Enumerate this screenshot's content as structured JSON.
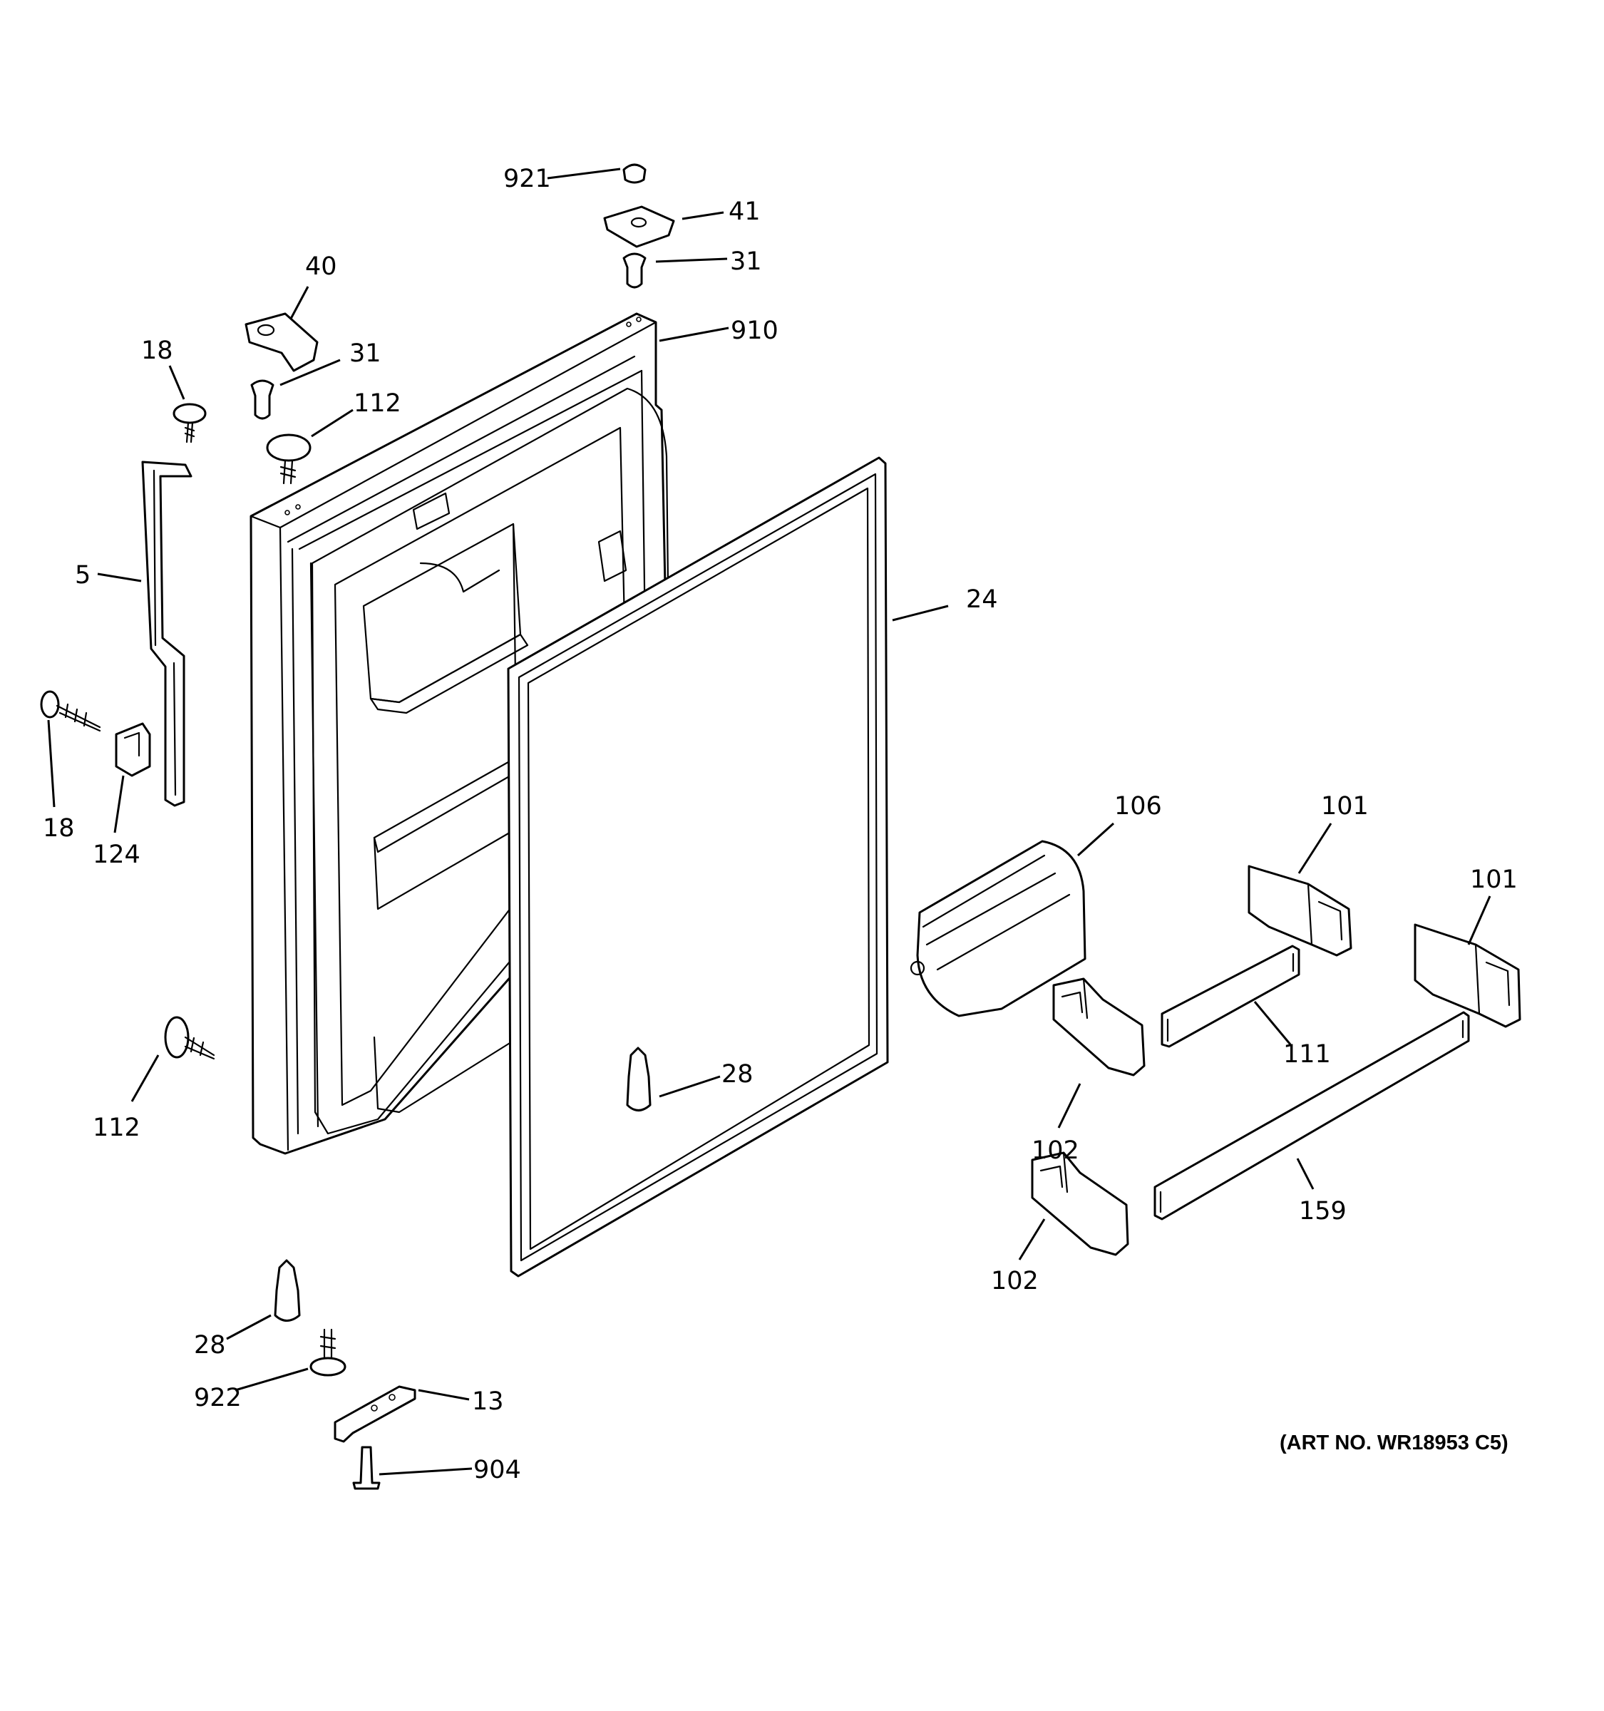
{
  "callouts": {
    "c921": "921",
    "c41": "41",
    "c31_top": "31",
    "c910": "910",
    "c40": "40",
    "c31_left": "31",
    "c18_top": "18",
    "c112_top": "112",
    "c5": "5",
    "c24": "24",
    "c18_bottom": "18",
    "c124": "124",
    "c106": "106",
    "c101_a": "101",
    "c101_b": "101",
    "c111": "111",
    "c112_bottom": "112",
    "c28_center": "28",
    "c102_a": "102",
    "c159": "159",
    "c102_b": "102",
    "c28_bottom": "28",
    "c922": "922",
    "c13": "13",
    "c904": "904"
  },
  "art_number": "(ART NO. WR18953 C5)"
}
